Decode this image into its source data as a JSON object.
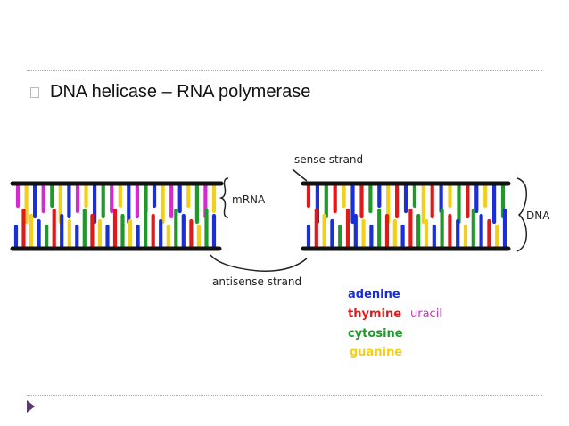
{
  "slide": {
    "heading": "DNA helicase – RNA polymerase"
  },
  "diagram": {
    "labels": {
      "sense": "sense strand",
      "antisense": "antisense strand",
      "mrna": "mRNA",
      "dna": "DNA"
    },
    "legend": [
      {
        "name": "adenine",
        "color": "#1a2fd6"
      },
      {
        "name": "thymine",
        "color": "#e01a1a"
      },
      {
        "name": "cytosine",
        "color": "#1f9a2a"
      },
      {
        "name": "guanine",
        "color": "#f2cf1a"
      },
      {
        "name": "uracil",
        "color": "#d62ad0"
      }
    ],
    "left_top_bases": [
      "u",
      "g",
      "a",
      "u",
      "c",
      "g",
      "a",
      "u",
      "g",
      "a",
      "c",
      "u",
      "g",
      "a",
      "u",
      "c",
      "a",
      "g",
      "u",
      "a",
      "g",
      "c",
      "u",
      "g"
    ],
    "left_bottom_bases": [
      "a",
      "t",
      "g",
      "a",
      "c",
      "t",
      "a",
      "g",
      "a",
      "c",
      "t",
      "g",
      "a",
      "t",
      "c",
      "g",
      "a",
      "c",
      "t",
      "a",
      "g",
      "c",
      "a",
      "t",
      "g",
      "c",
      "a"
    ],
    "right_top_bases": [
      "t",
      "a",
      "c",
      "t",
      "g",
      "a",
      "t",
      "c",
      "a",
      "g",
      "t",
      "a",
      "c",
      "g",
      "t",
      "a",
      "g",
      "c",
      "t",
      "a",
      "g",
      "a",
      "c"
    ],
    "right_bottom_bases": [
      "a",
      "t",
      "g",
      "a",
      "c",
      "t",
      "a",
      "g",
      "a",
      "c",
      "t",
      "g",
      "a",
      "t",
      "c",
      "g",
      "a",
      "c",
      "t",
      "a",
      "g",
      "c",
      "a",
      "t",
      "g",
      "a"
    ]
  }
}
